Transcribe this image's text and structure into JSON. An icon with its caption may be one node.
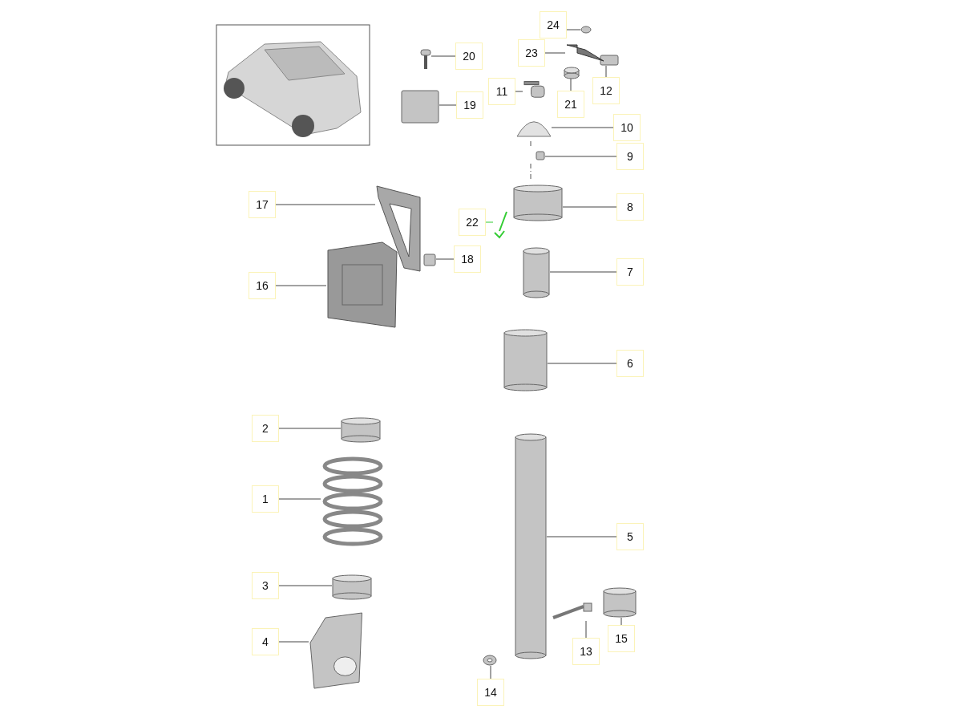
{
  "diagram": {
    "nodes": [
      {
        "text": [
          "1"
        ]
      },
      {
        "text": [
          "2"
        ]
      },
      {
        "text": [
          "3"
        ]
      },
      {
        "text": [
          "4"
        ]
      },
      {
        "text": [
          "5"
        ]
      },
      {
        "text": [
          "6"
        ]
      },
      {
        "text": [
          "7"
        ]
      },
      {
        "text": [
          "8"
        ]
      },
      {
        "text": [
          "9"
        ]
      },
      {
        "text": [
          "10"
        ]
      },
      {
        "text": [
          "11"
        ]
      },
      {
        "text": [
          "12"
        ]
      },
      {
        "text": [
          "13"
        ]
      },
      {
        "text": [
          "14"
        ]
      },
      {
        "text": [
          "15"
        ]
      },
      {
        "text": [
          "16"
        ]
      },
      {
        "text": [
          "17"
        ]
      },
      {
        "text": [
          "18"
        ]
      },
      {
        "text": [
          "19"
        ]
      },
      {
        "text": [
          "20"
        ]
      },
      {
        "text": [
          "21"
        ]
      },
      {
        "text": [
          "22"
        ]
      },
      {
        "text": [
          "23"
        ]
      },
      {
        "text": [
          "24"
        ]
      },
      {
        "text": [],
        "shape": "picture"
      },
      {
        "text": [],
        "shape": "cylinder"
      },
      {
        "text": [],
        "shape": "cylinder"
      },
      {
        "text": [],
        "shape": "picture"
      },
      {
        "text": [],
        "shape": "cylinder"
      },
      {
        "text": [],
        "shape": "cylinder"
      },
      {
        "text": [],
        "shape": "cylinder"
      },
      {
        "text": [],
        "shape": "cylinder"
      },
      {
        "text": [],
        "shape": "box"
      },
      {
        "text": [],
        "shape": "picture"
      },
      {
        "text": [],
        "shape": "picture"
      },
      {
        "text": [],
        "shape": "box"
      },
      {
        "text": [],
        "shape": "picture"
      },
      {
        "text": [],
        "shape": "picture"
      },
      {
        "text": [],
        "shape": "cylinder"
      },
      {
        "text": [],
        "shape": "picture"
      },
      {
        "text": [],
        "shape": "picture"
      },
      {
        "text": [],
        "shape": "box"
      },
      {
        "text": [],
        "shape": "box"
      },
      {
        "text": [],
        "shape": "picture"
      },
      {
        "text": [],
        "shape": "cylinder"
      },
      {
        "text": [],
        "shape": "picture"
      },
      {
        "text": [],
        "shape": "picture"
      },
      {
        "text": [],
        "shape": "circle"
      }
    ],
    "edges": [
      {
        "from": 0,
        "to": 24,
        "arrow": "none"
      },
      {
        "from": 1,
        "to": 25,
        "arrow": "none"
      },
      {
        "from": 2,
        "to": 26,
        "arrow": "none"
      },
      {
        "from": 3,
        "to": 27,
        "arrow": "none"
      },
      {
        "from": 4,
        "to": 28,
        "arrow": "none"
      },
      {
        "from": 5,
        "to": 29,
        "arrow": "none"
      },
      {
        "from": 6,
        "to": 30,
        "arrow": "none"
      },
      {
        "from": 7,
        "to": 31,
        "arrow": "none"
      },
      {
        "from": 8,
        "to": 32,
        "arrow": "none"
      },
      {
        "from": 9,
        "to": 33,
        "arrow": "none"
      },
      {
        "from": 10,
        "to": 34,
        "arrow": "none"
      },
      {
        "from": 11,
        "to": 35,
        "arrow": "none"
      },
      {
        "from": 12,
        "to": 36,
        "arrow": "none"
      },
      {
        "from": 13,
        "to": 37,
        "arrow": "none"
      },
      {
        "from": 14,
        "to": 38,
        "arrow": "none"
      },
      {
        "from": 15,
        "to": 39,
        "arrow": "none"
      },
      {
        "from": 16,
        "to": 40,
        "arrow": "none"
      },
      {
        "from": 17,
        "to": 41,
        "arrow": "none"
      },
      {
        "from": 18,
        "to": 42,
        "arrow": "none"
      },
      {
        "from": 19,
        "to": 43,
        "arrow": "none"
      },
      {
        "from": 20,
        "to": 44,
        "arrow": "none"
      },
      {
        "from": 21,
        "to": 45,
        "arrow": "none",
        "color": "#33cc33"
      },
      {
        "from": 22,
        "to": 46,
        "arrow": "none"
      },
      {
        "from": 23,
        "to": 47,
        "arrow": "none"
      }
    ]
  }
}
